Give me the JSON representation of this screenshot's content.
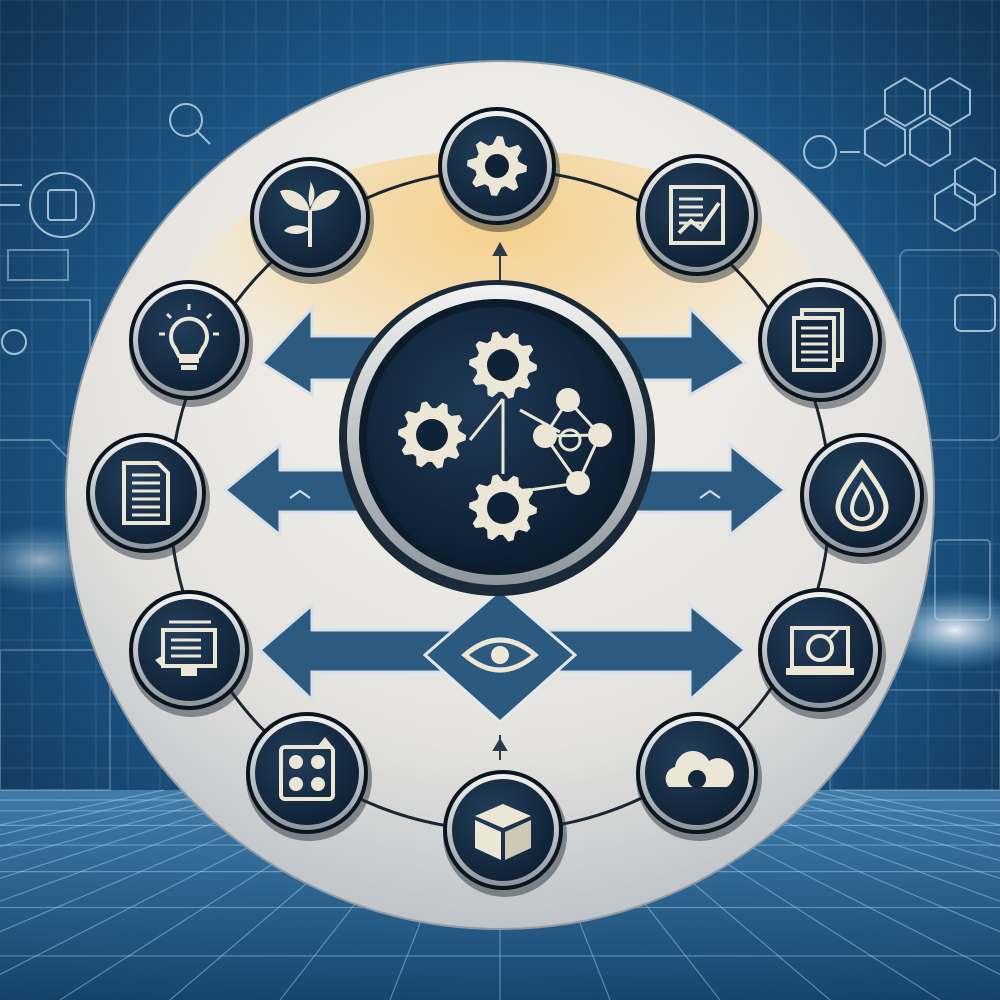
{
  "colors": {
    "bg_dark": "#0e2f4f",
    "bg_mid": "#1f5a86",
    "bg_glow": "#9fd3f0",
    "ring_fill": "#e6e4df",
    "ring_warm": "#f3d79c",
    "node_fill": "#14283d",
    "node_border": "#0a1520",
    "node_rim": "#c8cdd2",
    "icon": "#ece6d6",
    "arrow": "#2c5a7e",
    "arrow_light": "#4a7ba0"
  },
  "diagram": {
    "center_icon": "gears-network-icon",
    "nodes": [
      {
        "id": "settings",
        "icon": "gear-icon"
      },
      {
        "id": "report",
        "icon": "chart-report-icon"
      },
      {
        "id": "documents",
        "icon": "documents-icon"
      },
      {
        "id": "data",
        "icon": "water-drop-icon"
      },
      {
        "id": "monitor",
        "icon": "laptop-monitor-icon"
      },
      {
        "id": "cloud",
        "icon": "cloud-icon"
      },
      {
        "id": "package",
        "icon": "box-icon"
      },
      {
        "id": "modules",
        "icon": "modules-grid-icon"
      },
      {
        "id": "workstation",
        "icon": "workstation-icon"
      },
      {
        "id": "document",
        "icon": "document-icon"
      },
      {
        "id": "idea",
        "icon": "lightbulb-icon"
      },
      {
        "id": "growth",
        "icon": "sprout-icon"
      }
    ],
    "center_symbol": "eye-icon"
  }
}
